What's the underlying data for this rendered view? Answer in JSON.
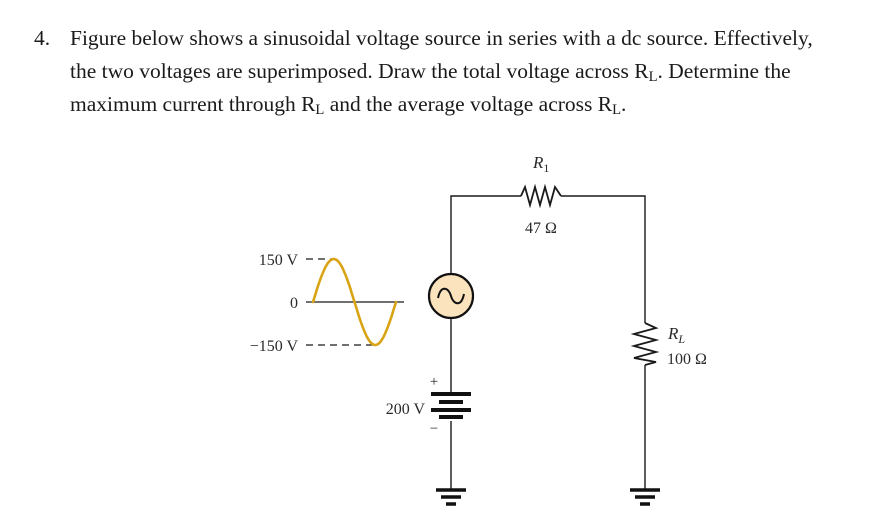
{
  "question": {
    "number": "4.",
    "lines": [
      [
        "Figure below shows a sinusoidal voltage source in series with a dc source. Effectively,"
      ],
      [
        "the two voltages are superimposed. Draw the total voltage across R",
        "L",
        ". Determine the"
      ],
      [
        "maximum current through R",
        "L",
        " and the average voltage across R",
        "L",
        "."
      ]
    ]
  },
  "figure": {
    "waveform": {
      "labels": {
        "peak": "150 V",
        "zero": "0",
        "trough": "−150 V"
      },
      "peak_volts": 150,
      "color": "#d9a414"
    },
    "ac_source": {
      "symbol": "~",
      "fill": "#fbe3bd"
    },
    "dc_source": {
      "label": "200 V",
      "plus": "+",
      "minus": "−"
    },
    "r1": {
      "name": "R",
      "sub": "1",
      "value": "47 Ω"
    },
    "rl": {
      "name": "R",
      "sub": "L",
      "value": "100 Ω"
    }
  }
}
